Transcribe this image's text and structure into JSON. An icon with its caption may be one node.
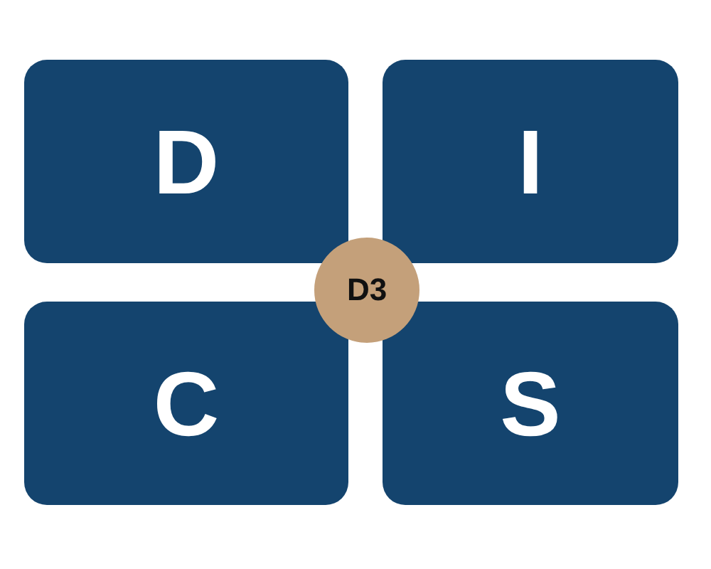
{
  "diagram": {
    "nodes": [
      {
        "text": [
          "D"
        ]
      },
      {
        "text": [
          "I"
        ]
      },
      {
        "text": [
          "C"
        ]
      },
      {
        "text": [
          "S"
        ]
      },
      {
        "text": [
          "D3"
        ]
      }
    ]
  }
}
